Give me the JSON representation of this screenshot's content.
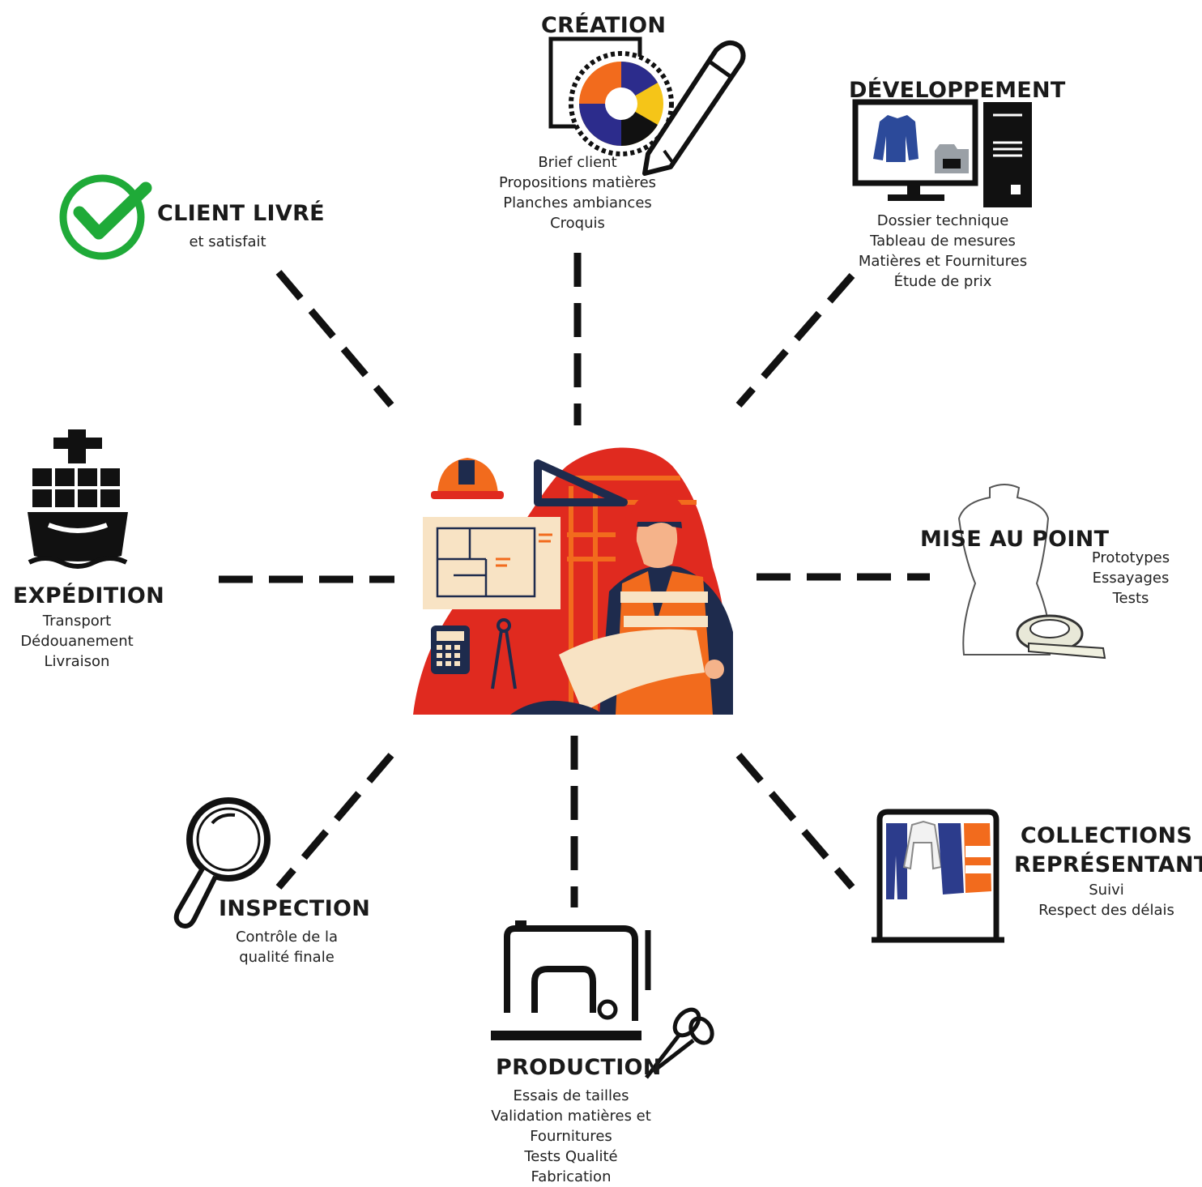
{
  "steps": {
    "creation": {
      "title": "CRÉATION",
      "lines": [
        "Brief client",
        "Propositions matières",
        "Planches ambiances",
        "Croquis"
      ],
      "icon": "color-wheel-pencil-icon"
    },
    "developpement": {
      "title": "DÉVELOPPEMENT",
      "lines": [
        "Dossier technique",
        "Tableau de mesures",
        "Matières et Fournitures",
        "Étude de prix"
      ],
      "icon": "computer-jacket-icon"
    },
    "mise_au_point": {
      "title": "MISE AU POINT",
      "lines": [
        "Prototypes",
        "Essayages",
        "Tests"
      ],
      "icon": "mannequin-tape-icon"
    },
    "collections": {
      "title_line1": "COLLECTIONS",
      "title_line2": "REPRÉSENTANTS",
      "lines": [
        "Suivi",
        "Respect des délais"
      ],
      "icon": "clothes-rack-icon"
    },
    "production": {
      "title": "PRODUCTION",
      "lines": [
        "Essais de tailles",
        "Validation matières et",
        "Fournitures",
        "Tests Qualité",
        "Fabrication"
      ],
      "icon": "sewing-machine-scissors-icon"
    },
    "inspection": {
      "title": "INSPECTION",
      "lines": [
        "Contrôle de la",
        "qualité finale"
      ],
      "icon": "magnifier-icon"
    },
    "expedition": {
      "title": "EXPÉDITION",
      "lines": [
        "Transport",
        "Dédouanement",
        "Livraison"
      ],
      "icon": "cargo-ship-icon"
    },
    "client_livre": {
      "title": "CLIENT LIVRÉ",
      "lines": [
        "et satisfait"
      ],
      "icon": "check-circle-icon"
    }
  },
  "colors": {
    "accent_red": "#e02a1f",
    "accent_orange": "#f26b1d",
    "check_green": "#1faa38",
    "navy": "#1e2b4d",
    "yellow": "#f5c518",
    "cream": "#f8e3c4",
    "ink": "#111111"
  }
}
